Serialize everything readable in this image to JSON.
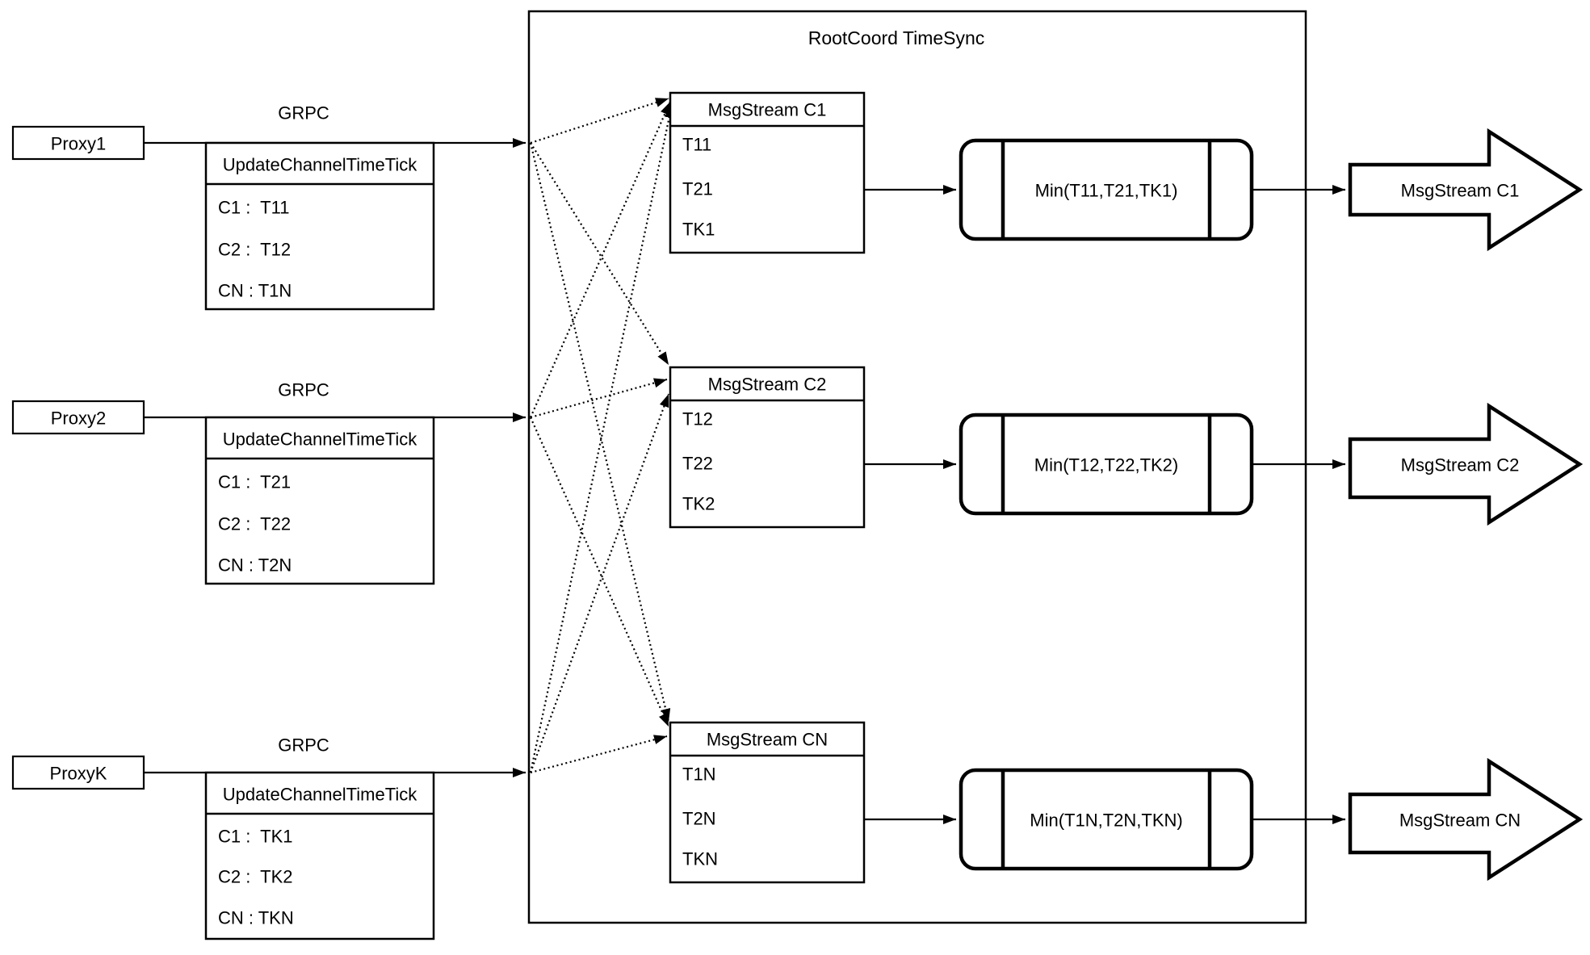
{
  "diagram": {
    "title": "RootCoord TimeSync",
    "grpc_label": "GRPC",
    "colors": {
      "stroke": "#000000",
      "background": "#ffffff"
    },
    "proxies": [
      {
        "name": "Proxy1",
        "message": {
          "title": "UpdateChannelTimeTick",
          "rows": [
            "C1 :  T11",
            "C2 :  T12",
            "CN : T1N"
          ]
        }
      },
      {
        "name": "Proxy2",
        "message": {
          "title": "UpdateChannelTimeTick",
          "rows": [
            "C1 :  T21",
            "C2 :  T22",
            "CN : T2N"
          ]
        }
      },
      {
        "name": "ProxyK",
        "message": {
          "title": "UpdateChannelTimeTick",
          "rows": [
            "C1 :  TK1",
            "C2 :  TK2",
            "CN : TKN"
          ]
        }
      }
    ],
    "channels": [
      {
        "buffer": {
          "title": "MsgStream C1",
          "rows": [
            "T11",
            "T21",
            "TK1"
          ]
        },
        "min": "Min(T11,T21,TK1)",
        "output": "MsgStream C1"
      },
      {
        "buffer": {
          "title": "MsgStream C2",
          "rows": [
            "T12",
            "T22",
            "TK2"
          ]
        },
        "min": "Min(T12,T22,TK2)",
        "output": "MsgStream C2"
      },
      {
        "buffer": {
          "title": "MsgStream CN",
          "rows": [
            "T1N",
            "T2N",
            "TKN"
          ]
        },
        "min": "Min(T1N,T2N,TKN)",
        "output": "MsgStream CN"
      }
    ]
  }
}
